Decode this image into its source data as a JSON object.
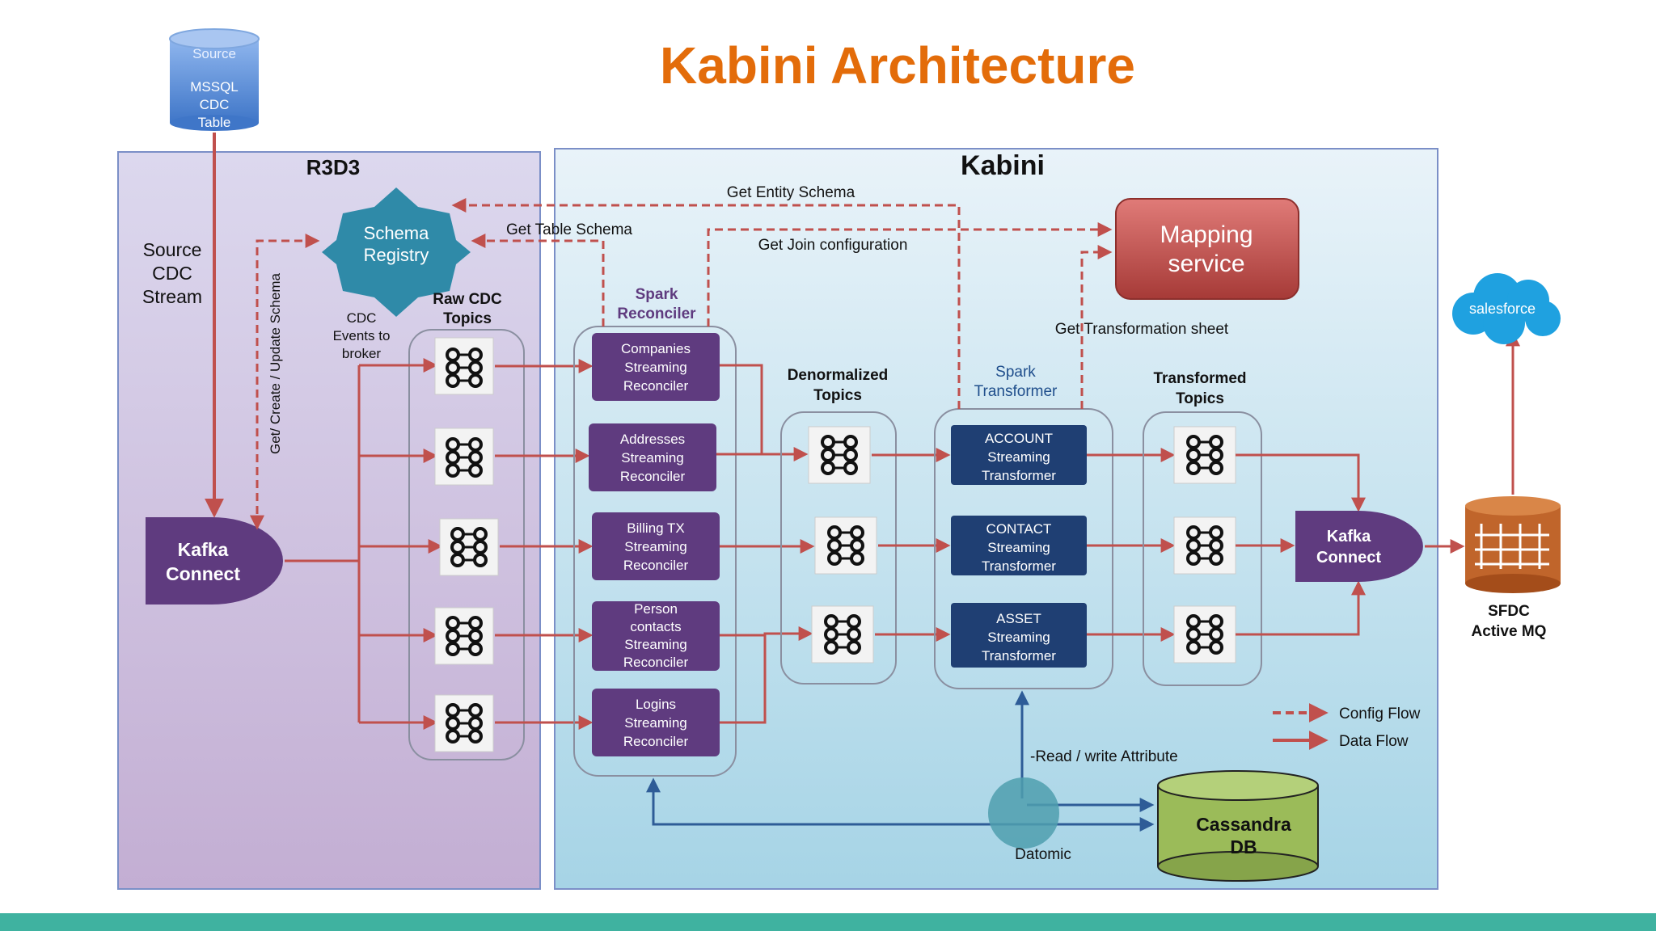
{
  "title": "Kabini Architecture",
  "source_db": {
    "line1": "Source",
    "line2": "MSSQL",
    "line3": "CDC",
    "line4": "Table"
  },
  "source_stream": {
    "line1": "Source",
    "line2": "CDC",
    "line3": "Stream"
  },
  "r3d3": {
    "label": "R3D3"
  },
  "kabini": {
    "label": "Kabini"
  },
  "schema_registry": {
    "line1": "Schema",
    "line2": "Registry"
  },
  "get_create_update_schema": "Get/ Create / Update Schema",
  "cdc_events": {
    "line1": "CDC",
    "line2": "Events to",
    "line3": "broker"
  },
  "raw_cdc_topics": {
    "line1": "Raw CDC",
    "line2": "Topics"
  },
  "kafka_connect_left": {
    "line1": "Kafka",
    "line2": "Connect"
  },
  "kafka_connect_right": {
    "line1": "Kafka",
    "line2": "Connect"
  },
  "spark_reconciler": {
    "line1": "Spark",
    "line2": "Reconciler"
  },
  "reconcilers": [
    {
      "lines": [
        "Companies",
        "Streaming",
        "Reconciler"
      ]
    },
    {
      "lines": [
        "Addresses",
        "Streaming",
        "Reconciler"
      ]
    },
    {
      "lines": [
        "Billing TX",
        "Streaming",
        "Reconciler"
      ]
    },
    {
      "lines": [
        "Person",
        "contacts",
        "Streaming",
        "Reconciler"
      ]
    },
    {
      "lines": [
        "Logins",
        "Streaming",
        "Reconciler"
      ]
    }
  ],
  "denormalized_topics": {
    "line1": "Denormalized",
    "line2": "Topics"
  },
  "spark_transformer": {
    "line1": "Spark",
    "line2": "Transformer"
  },
  "transformers": [
    {
      "lines": [
        "ACCOUNT",
        "Streaming",
        "Transformer"
      ]
    },
    {
      "lines": [
        "CONTACT",
        "Streaming",
        "Transformer"
      ]
    },
    {
      "lines": [
        "ASSET",
        "Streaming",
        "Transformer"
      ]
    }
  ],
  "transformed_topics": {
    "line1": "Transformed",
    "line2": "Topics"
  },
  "mapping_service": {
    "line1": "Mapping",
    "line2": "service"
  },
  "get_entity_schema": "Get Entity Schema",
  "get_table_schema": "Get Table Schema",
  "get_join_configuration": "Get Join configuration",
  "get_transformation_sheet": "Get Transformation sheet",
  "salesforce": "salesforce",
  "sfdc": {
    "line1": "SFDC",
    "line2": "Active MQ"
  },
  "legend": {
    "config_flow": "Config Flow",
    "data_flow": "Data Flow"
  },
  "read_write_attribute": "-Read / write Attribute",
  "datomic": "Datomic",
  "cassandra": {
    "line1": "Cassandra",
    "line2": "DB"
  },
  "colors": {
    "title": "#e36c0a",
    "purple": "#5f3b7f",
    "navy": "#1f3f73",
    "arrow_red": "#c0504d",
    "blue_arrow": "#2e5c97",
    "r3d3_bg_top": "#dcd8ee",
    "r3d3_bg_bottom": "#c3aed3",
    "kabini_bg_top": "#e9f3f9",
    "kabini_bg_bottom": "#a6d4e6",
    "schema_registry": "#2f8aa8",
    "mapping": "#c0504d",
    "cassandra": "#9bbb59",
    "sfdc": "#c0652b",
    "salesforce": "#1fa1e0",
    "footer": "#3fb2a0"
  }
}
